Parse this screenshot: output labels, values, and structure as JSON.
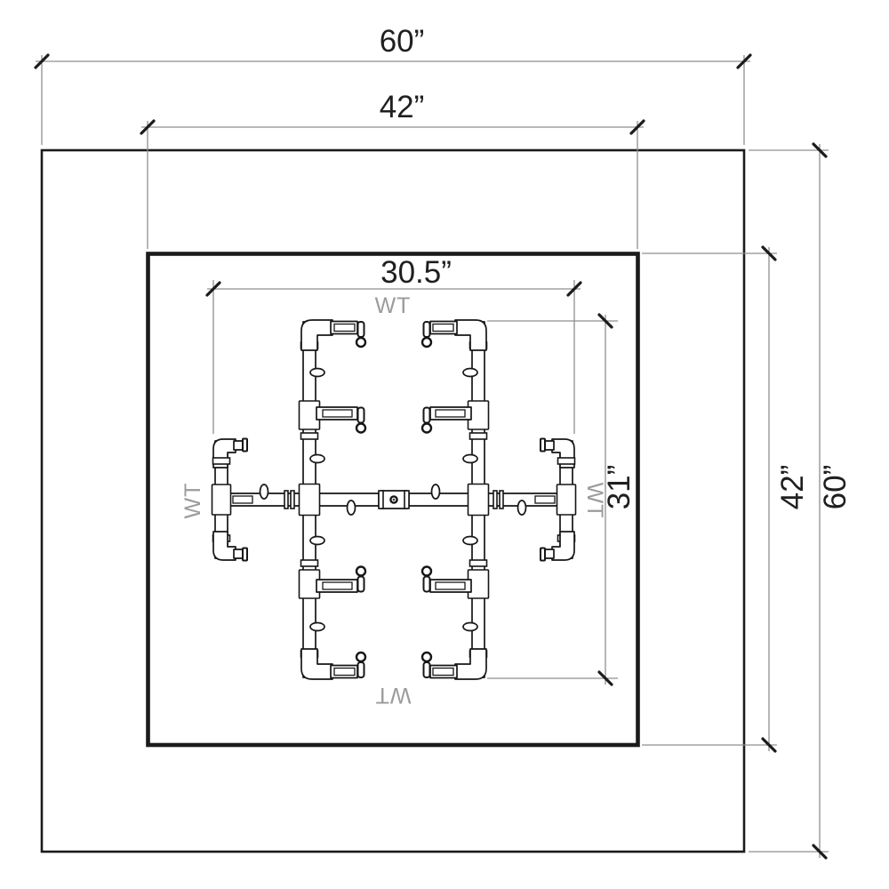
{
  "diagram": {
    "type": "technical-dimension-drawing",
    "subject": "square fire pit pan with burner assembly, plan view",
    "dimensions": {
      "top_outer": "60”",
      "top_inner": "42”",
      "burner_width": "30.5”",
      "burner_height": "31”",
      "right_inner": "42”",
      "right_outer": "60”"
    },
    "labels": {
      "wt_top": "WT",
      "wt_right": "WT",
      "wt_bottom": "WT",
      "wt_left": "WT"
    },
    "colors": {
      "background": "#ffffff",
      "outline": "#1b1b1b",
      "dimension_line": "#8f8f8f",
      "dimension_text": "#1f1f1f",
      "wt_label": "#9b9b9b"
    }
  }
}
